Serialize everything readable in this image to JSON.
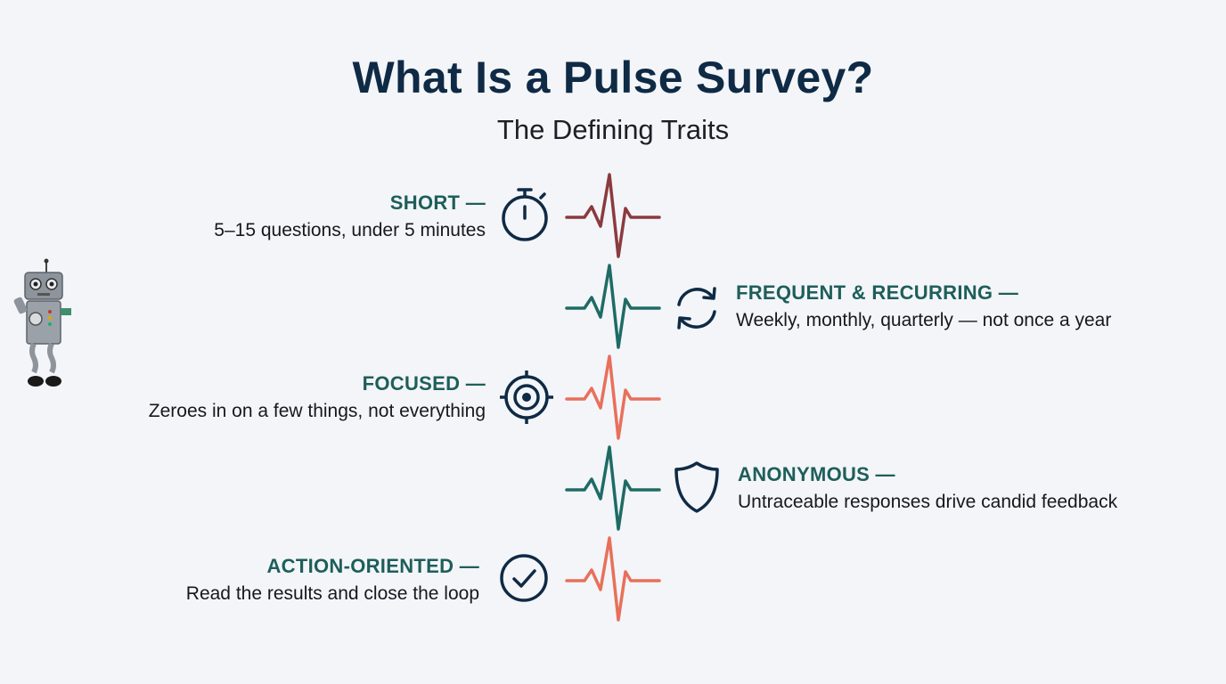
{
  "title": "What Is a Pulse Survey?",
  "subtitle": "The Defining Traits",
  "colors": {
    "title": "#0f2a44",
    "heading": "#1e5e5a",
    "pulse_dark_red": "#8b3a3e",
    "pulse_teal": "#1e6b66",
    "pulse_coral": "#e8705a",
    "icon": "#0f2a44"
  },
  "traits": [
    {
      "heading": "SHORT —",
      "description": "5–15 questions, under 5 minutes",
      "icon": "stopwatch-icon",
      "side": "left",
      "pulse_color": "#8b3a3e"
    },
    {
      "heading": "FREQUENT & RECURRING —",
      "description": "Weekly, monthly, quarterly — not once a year",
      "icon": "refresh-icon",
      "side": "right",
      "pulse_color": "#1e6b66"
    },
    {
      "heading": "FOCUSED —",
      "description": "Zeroes in on a few things, not everything",
      "icon": "target-icon",
      "side": "left",
      "pulse_color": "#e8705a"
    },
    {
      "heading": "ANONYMOUS —",
      "description": "Untraceable responses drive candid feedback",
      "icon": "shield-icon",
      "side": "right",
      "pulse_color": "#1e6b66"
    },
    {
      "heading": "ACTION-ORIENTED —",
      "description": "Read the results and close the loop",
      "icon": "check-circle-icon",
      "side": "left",
      "pulse_color": "#e8705a"
    }
  ]
}
